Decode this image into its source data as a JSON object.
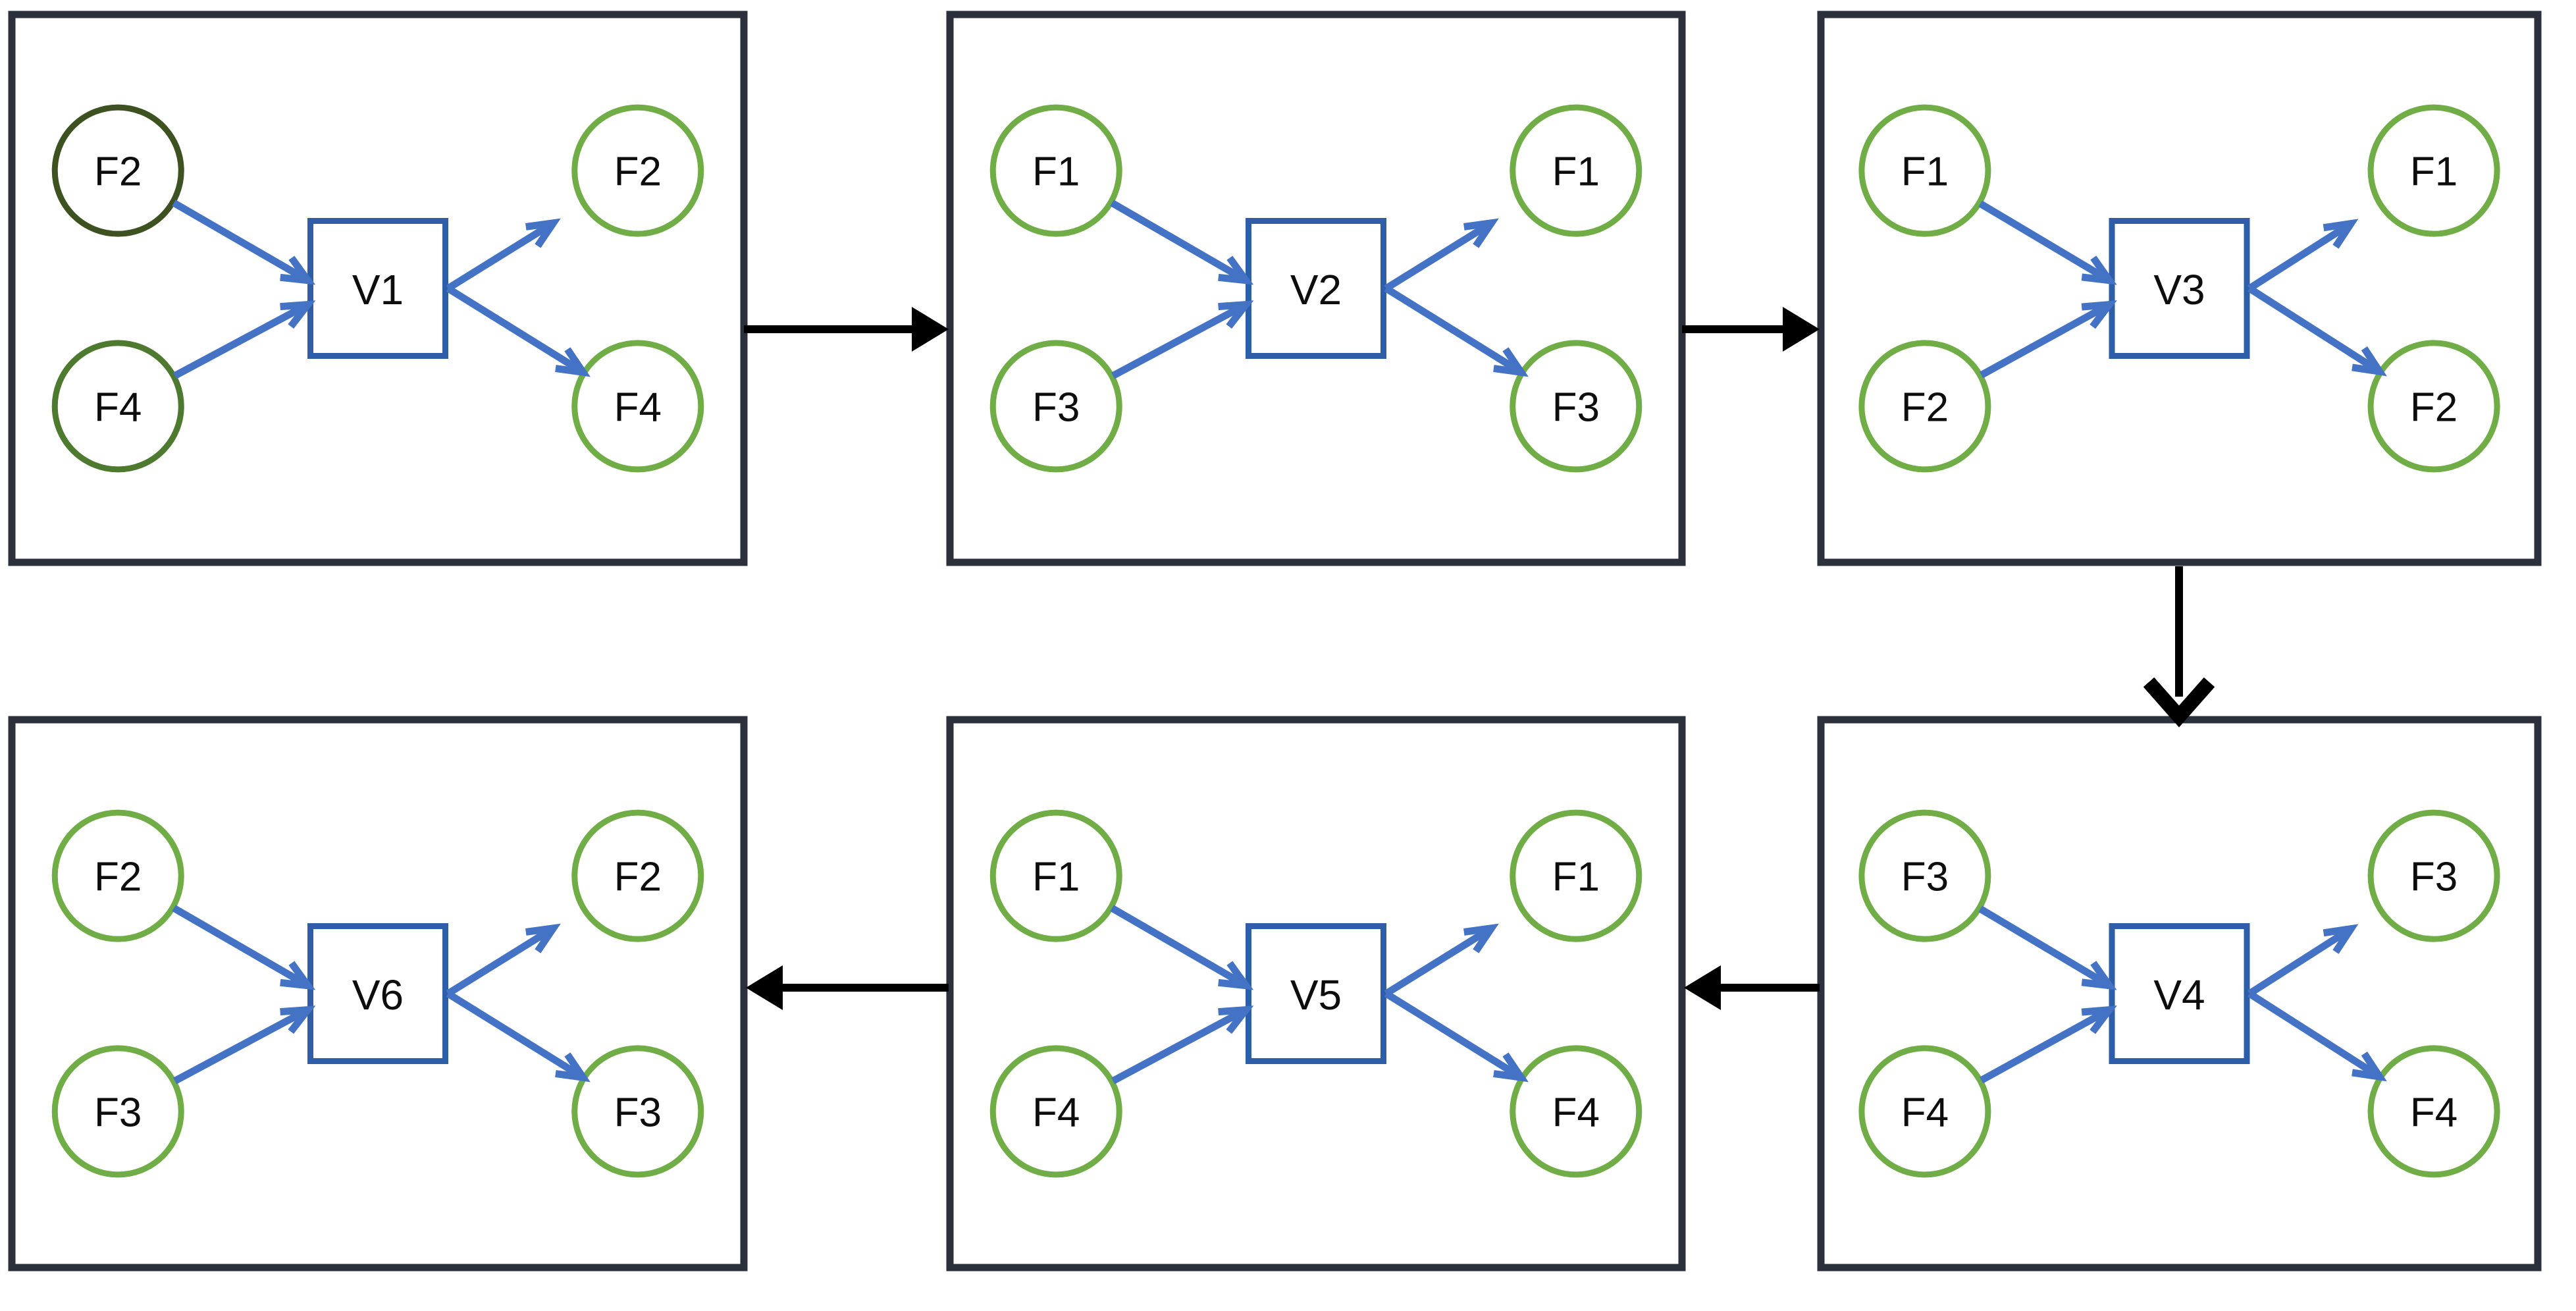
{
  "diagram": {
    "type": "process-flow-grid",
    "panel_count": 6,
    "colors": {
      "panel_border": "#2B303B",
      "panel_fill": "#ffffff",
      "circle_stroke": "#70AD47",
      "circle_stroke_dark": "#3D5220",
      "circle_stroke_mid": "#4E7A30",
      "vbox_stroke": "#2E5EA8",
      "flow_arrow": "#4472C4",
      "connector_arrow": "#000000",
      "label_text": "#0d0d0d"
    },
    "panels": [
      {
        "id": "panel-v1",
        "vertex_label": "V1",
        "inputs": [
          {
            "label": "F2",
            "stroke": "#3D5220"
          },
          {
            "label": "F4",
            "stroke": "#4E7A30"
          }
        ],
        "outputs": [
          {
            "label": "F2",
            "stroke": "#70AD47"
          },
          {
            "label": "F4",
            "stroke": "#70AD47"
          }
        ]
      },
      {
        "id": "panel-v2",
        "vertex_label": "V2",
        "inputs": [
          {
            "label": "F1",
            "stroke": "#70AD47"
          },
          {
            "label": "F3",
            "stroke": "#70AD47"
          }
        ],
        "outputs": [
          {
            "label": "F1",
            "stroke": "#70AD47"
          },
          {
            "label": "F3",
            "stroke": "#70AD47"
          }
        ]
      },
      {
        "id": "panel-v3",
        "vertex_label": "V3",
        "inputs": [
          {
            "label": "F1",
            "stroke": "#70AD47"
          },
          {
            "label": "F2",
            "stroke": "#70AD47"
          }
        ],
        "outputs": [
          {
            "label": "F1",
            "stroke": "#70AD47"
          },
          {
            "label": "F2",
            "stroke": "#70AD47"
          }
        ]
      },
      {
        "id": "panel-v4",
        "vertex_label": "V4",
        "inputs": [
          {
            "label": "F3",
            "stroke": "#70AD47"
          },
          {
            "label": "F4",
            "stroke": "#70AD47"
          }
        ],
        "outputs": [
          {
            "label": "F3",
            "stroke": "#70AD47"
          },
          {
            "label": "F4",
            "stroke": "#70AD47"
          }
        ]
      },
      {
        "id": "panel-v5",
        "vertex_label": "V5",
        "inputs": [
          {
            "label": "F1",
            "stroke": "#70AD47"
          },
          {
            "label": "F4",
            "stroke": "#70AD47"
          }
        ],
        "outputs": [
          {
            "label": "F1",
            "stroke": "#70AD47"
          },
          {
            "label": "F4",
            "stroke": "#70AD47"
          }
        ]
      },
      {
        "id": "panel-v6",
        "vertex_label": "V6",
        "inputs": [
          {
            "label": "F2",
            "stroke": "#70AD47"
          },
          {
            "label": "F3",
            "stroke": "#70AD47"
          }
        ],
        "outputs": [
          {
            "label": "F2",
            "stroke": "#70AD47"
          },
          {
            "label": "F3",
            "stroke": "#70AD47"
          }
        ]
      }
    ],
    "connectors": [
      {
        "id": "connector-v1-v2",
        "from": "V1",
        "to": "V2",
        "direction": "right",
        "head": "solid"
      },
      {
        "id": "connector-v2-v3",
        "from": "V2",
        "to": "V3",
        "direction": "right",
        "head": "solid"
      },
      {
        "id": "connector-v3-v4",
        "from": "V3",
        "to": "V4",
        "direction": "down",
        "head": "open"
      },
      {
        "id": "connector-v4-v5",
        "from": "V4",
        "to": "V5",
        "direction": "left",
        "head": "solid"
      },
      {
        "id": "connector-v5-v6",
        "from": "V5",
        "to": "V6",
        "direction": "left",
        "head": "solid"
      }
    ]
  }
}
